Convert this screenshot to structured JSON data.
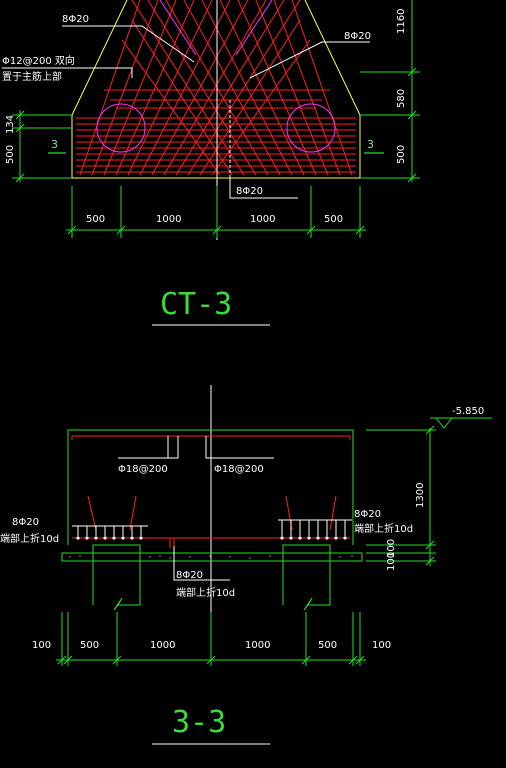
{
  "top": {
    "labels": {
      "a": "8Φ20",
      "b": "8Φ20",
      "c": "Φ12@200 双向",
      "d": "置于主筋上部",
      "e": "8Φ20",
      "sec_l": "3",
      "sec_r": "3"
    },
    "dims_right": [
      "1160",
      "580",
      "500"
    ],
    "dims_left": [
      "134",
      "500"
    ],
    "dims_bottom": [
      "500",
      "1000",
      "1000",
      "500"
    ],
    "title": "CT-3"
  },
  "bottom": {
    "elev": "-5.850",
    "labels": {
      "bar_l": "Φ18@200",
      "bar_r": "Φ18@200",
      "l1": "8Φ20",
      "l2": "端部上折10d",
      "r1": "8Φ20",
      "r2": "端部上折10d",
      "m1": "8Φ20",
      "m2": "端部上折10d"
    },
    "dims_right": [
      "1300",
      "100",
      "100"
    ],
    "dims_bottom": [
      "100",
      "500",
      "1000",
      "1000",
      "500",
      "100"
    ],
    "title": "3-3"
  },
  "colors": {
    "red": "#ff2020",
    "green": "#22e022",
    "white": "#ffffff",
    "magenta": "#ff30ff",
    "yellow": "#ffff40",
    "title": "#3ddc3d"
  }
}
